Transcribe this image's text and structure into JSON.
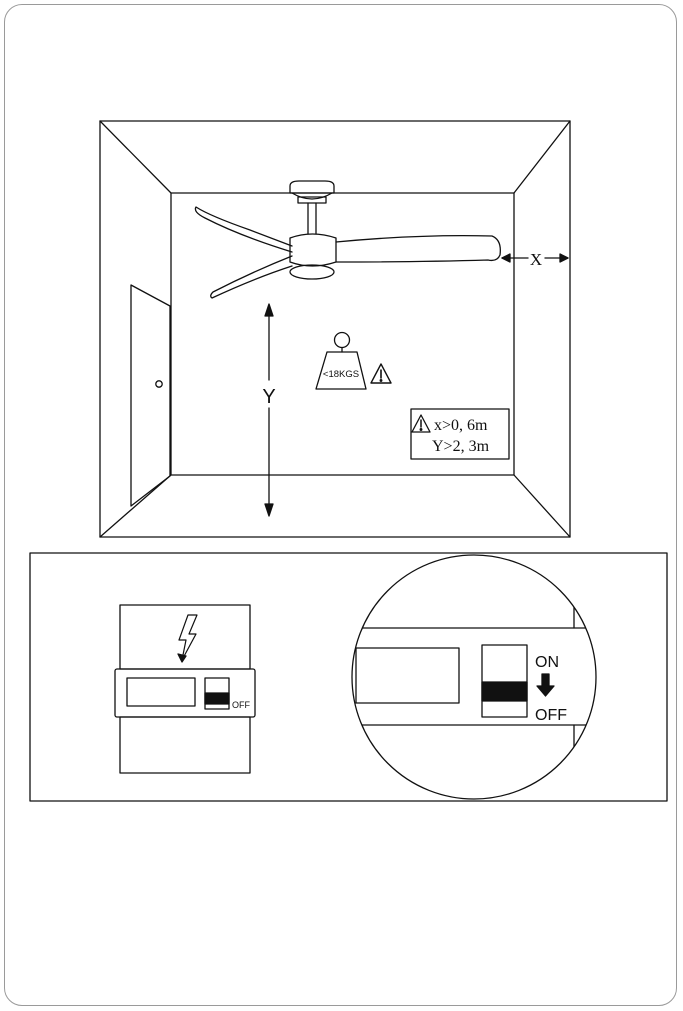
{
  "room": {
    "weight_label": "<18KGS",
    "y_label": "Y",
    "x_label": "X",
    "note_line1": "x>0, 6m",
    "note_line2": "Y>2, 3m"
  },
  "breaker": {
    "small_off_label": "OFF",
    "on_label": "ON",
    "off_label": "OFF"
  }
}
